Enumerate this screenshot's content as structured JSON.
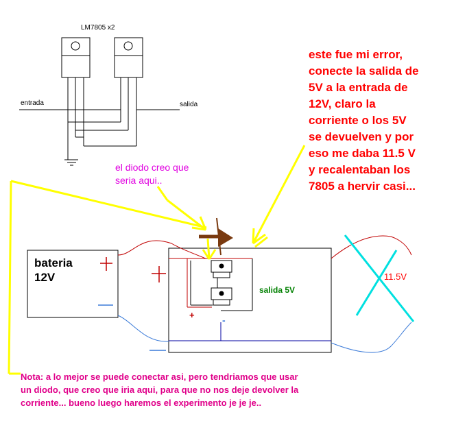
{
  "schematic": {
    "regulator_label": "LM7805 x2",
    "input_label": "entrada",
    "output_label": "salida"
  },
  "notes": {
    "diode_note": "el diodo creo que\nseria aqui..",
    "error_note": "este fue mi error,\nconecte la salida de\n5V a la entrada de\n12V, claro la\ncorriente o los 5V\nse devuelven y por\neso me daba 11.5 V\ny recalentaban los\n7805 a hervir casi...",
    "footer_note": "Nota: a lo mejor se puede conectar asi, pero tendriamos que usar\nun diodo, que creo que iria aqui, para que no nos deje devolver la\ncorriente... bueno luego haremos el experimento je je je.."
  },
  "battery": {
    "label": "bateria\n12V",
    "plus_symbol": "+",
    "minus_symbol": "—"
  },
  "board": {
    "output_label": "salida 5V",
    "plus_symbol": "+",
    "minus_symbol": "-"
  },
  "crossed_out": {
    "label": "11.5V"
  },
  "colors": {
    "wire_red": "#c00000",
    "wire_blue": "#3a7ad8",
    "arrow_yellow": "#ffff00",
    "cross_cyan": "#00e0e0",
    "diode_brown": "#7a3a10"
  }
}
